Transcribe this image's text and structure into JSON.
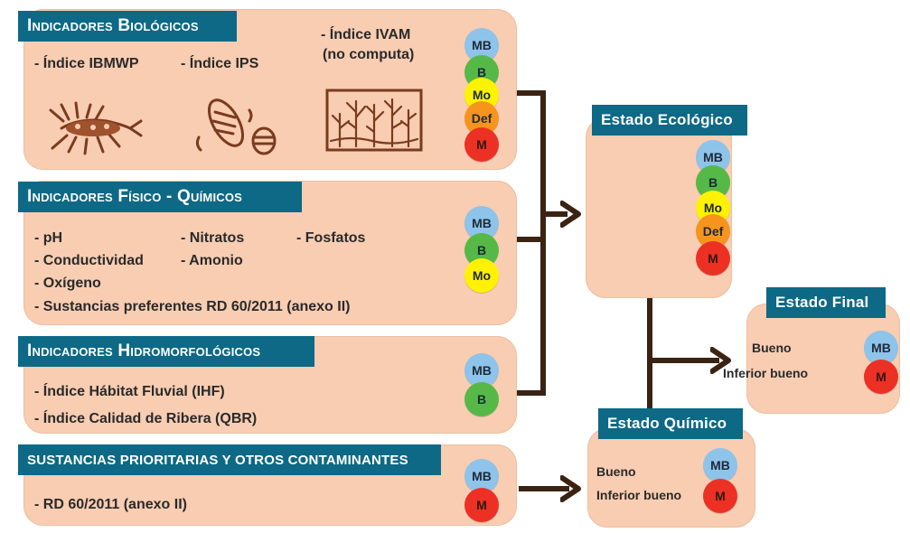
{
  "biologicos": {
    "header": "Indicadores Biológicos",
    "items": [
      "- Índice IBMWP",
      "- Índice IPS",
      "- Índice IVAM",
      "(no computa)"
    ],
    "levels": [
      "MB",
      "B",
      "Mo",
      "Def",
      "M"
    ],
    "icons": [
      "macroinvertebrate-icon",
      "diatom-icon",
      "macrophyte-icon"
    ]
  },
  "fisicoquimicos": {
    "header": "Indicadores Físico - Químicos",
    "items": [
      "- pH",
      "- Nitratos",
      "- Fosfatos",
      "- Conductividad",
      "- Amonio",
      "- Oxígeno",
      "- Sustancias preferentes RD 60/2011 (anexo II)"
    ],
    "levels": [
      "MB",
      "B",
      "Mo"
    ]
  },
  "hidromorfologicos": {
    "header": "Indicadores Hidromorfológicos",
    "items": [
      "- Índice Hábitat Fluvial (IHF)",
      "- Índice Calidad de Ribera (QBR)"
    ],
    "levels": [
      "MB",
      "B"
    ]
  },
  "prioritarias": {
    "header": "Sustancias prioritarias y otros contaminantes",
    "items": [
      "- RD 60/2011 (anexo II)"
    ],
    "levels": [
      "MB",
      "M"
    ]
  },
  "estado_ecologico": {
    "header": "Estado Ecológico",
    "levels": [
      "MB",
      "B",
      "Mo",
      "Def",
      "M"
    ]
  },
  "estado_quimico": {
    "header": "Estado Químico",
    "labels": [
      "Bueno",
      "Inferior bueno"
    ],
    "levels": [
      "MB",
      "M"
    ]
  },
  "estado_final": {
    "header": "Estado Final",
    "labels": [
      "Bueno",
      "Inferior bueno"
    ],
    "levels": [
      "MB",
      "M"
    ]
  },
  "colors": {
    "MB": "#8ec3ea",
    "B": "#56b947",
    "Mo": "#fff200",
    "Def": "#f7941d",
    "M": "#ed3024",
    "panel": "#f8cdb2",
    "header": "#0d6985",
    "connector": "#3b2314"
  }
}
